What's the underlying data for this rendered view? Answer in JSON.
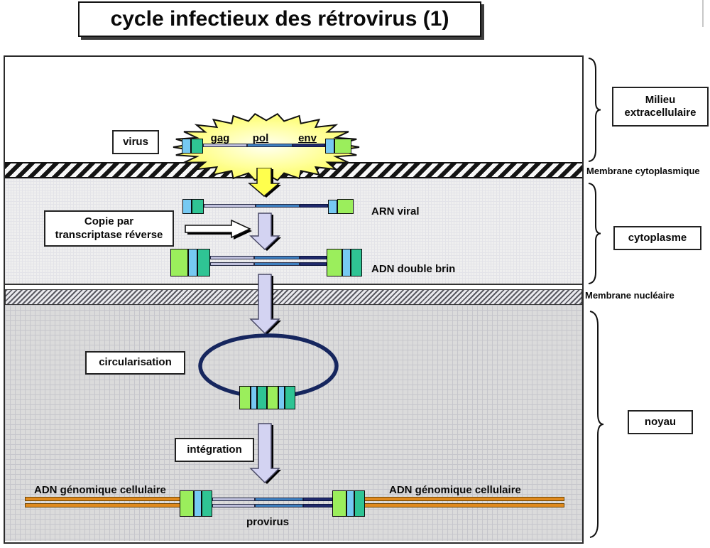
{
  "title": "cycle infectieux des rétrovirus (1)",
  "virus": {
    "label": "virus",
    "genes": [
      "gag",
      "pol",
      "env"
    ]
  },
  "steps": {
    "arn_viral": "ARN viral",
    "copie_line1": "Copie par",
    "copie_line2": "transcriptase réverse",
    "adn_double_brin": "ADN double brin",
    "circularisation": "circularisation",
    "integration": "intégration",
    "provirus": "provirus",
    "adn_genomique_left": "ADN génomique cellulaire",
    "adn_genomique_right": "ADN génomique cellulaire"
  },
  "regions": {
    "milieu_line1": "Milieu",
    "milieu_line2": "extracellulaire",
    "membrane_cytoplasmique": "Membrane cytoplasmique",
    "cytoplasme": "cytoplasme",
    "membrane_nucleaire": "Membrane nucléaire",
    "noyau": "noyau"
  },
  "colors": {
    "block_light_blue": "#76c9f2",
    "block_teal": "#2fc494",
    "block_light_green": "#9bee5c",
    "strand_lavender": "#bfc0dc",
    "strand_blue": "#3e7fc0",
    "strand_navy": "#202a6c",
    "arrow_lavender": "#d3d3f2",
    "virus_yellow": "#ffff4d",
    "adn_orange": "#e08a1e"
  }
}
